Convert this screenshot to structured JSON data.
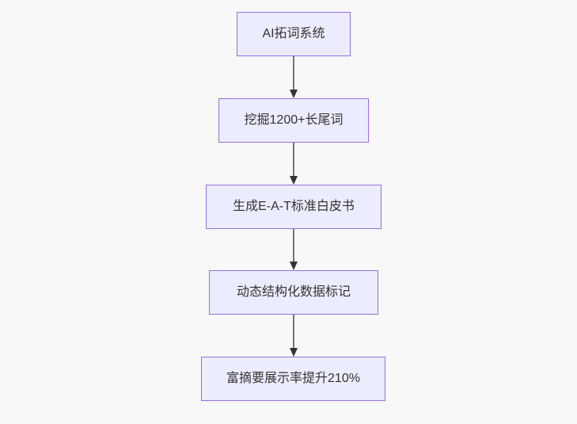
{
  "diagram": {
    "type": "flowchart",
    "direction": "top-down",
    "nodes": [
      {
        "label": "AI拓词系统"
      },
      {
        "label": "挖掘1200+长尾词"
      },
      {
        "label": "生成E-A-T标准白皮书"
      },
      {
        "label": "动态结构化数据标记"
      },
      {
        "label": "富摘要展示率提升210%"
      }
    ],
    "edges": [
      {
        "from": "AI拓词系统",
        "to": "挖掘1200+长尾词"
      },
      {
        "from": "挖掘1200+长尾词",
        "to": "生成E-A-T标准白皮书"
      },
      {
        "from": "生成E-A-T标准白皮书",
        "to": "动态结构化数据标记"
      },
      {
        "from": "动态结构化数据标记",
        "to": "富摘要展示率提升210%"
      }
    ],
    "colors": {
      "node_fill": "#ECECFF",
      "node_border": "#9370DB",
      "edge_line": "#777777",
      "arrow_head": "#333333",
      "text": "#333333",
      "background": "#f8f8f8"
    }
  }
}
